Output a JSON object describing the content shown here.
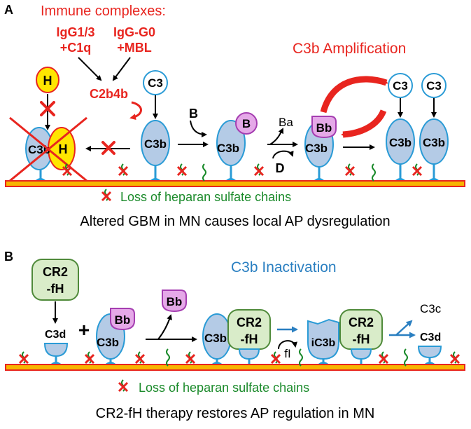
{
  "panel_a": {
    "letter": "A",
    "immune_complexes": "Immune complexes:",
    "igg13": "IgG1/3",
    "c1q": "+C1q",
    "iggg0": "IgG-G0",
    "mbl": "+MBL",
    "c2b4b": "C2b4b",
    "amplification": "C3b Amplification",
    "h": "H",
    "c3": "C3",
    "c3b": "C3b",
    "b": "B",
    "ba": "Ba",
    "bb": "Bb",
    "d": "D",
    "loss_label": "Loss of heparan sulfate chains",
    "caption": "Altered GBM in MN causes local AP dysregulation"
  },
  "panel_b": {
    "letter": "B",
    "cr2_line1": "CR2",
    "cr2_line2": "-fH",
    "c3d": "C3d",
    "plus": "+",
    "c3b": "C3b",
    "bb": "Bb",
    "inactivation": "C3b Inactivation",
    "fi": "fI",
    "ic3b": "iC3b",
    "c3c": "C3c",
    "loss_label": "Loss of heparan sulfate chains",
    "caption": "CR2-fH therapy restores AP regulation in MN"
  },
  "colors": {
    "red": "#e8251f",
    "green_text": "#1a8a2a",
    "blue_text": "#2a7fc1",
    "bar_fill": "#f7b500",
    "bar_edge": "#e8251f",
    "c3b_fill": "#b4cbe6",
    "stem": "#2a9bd6",
    "h_fill": "#ffe600",
    "b_fill": "#e5a9e8",
    "b_edge": "#a53eb1",
    "cr2_fill": "#d9ecc9",
    "cr2_edge": "#4f8a3a"
  }
}
